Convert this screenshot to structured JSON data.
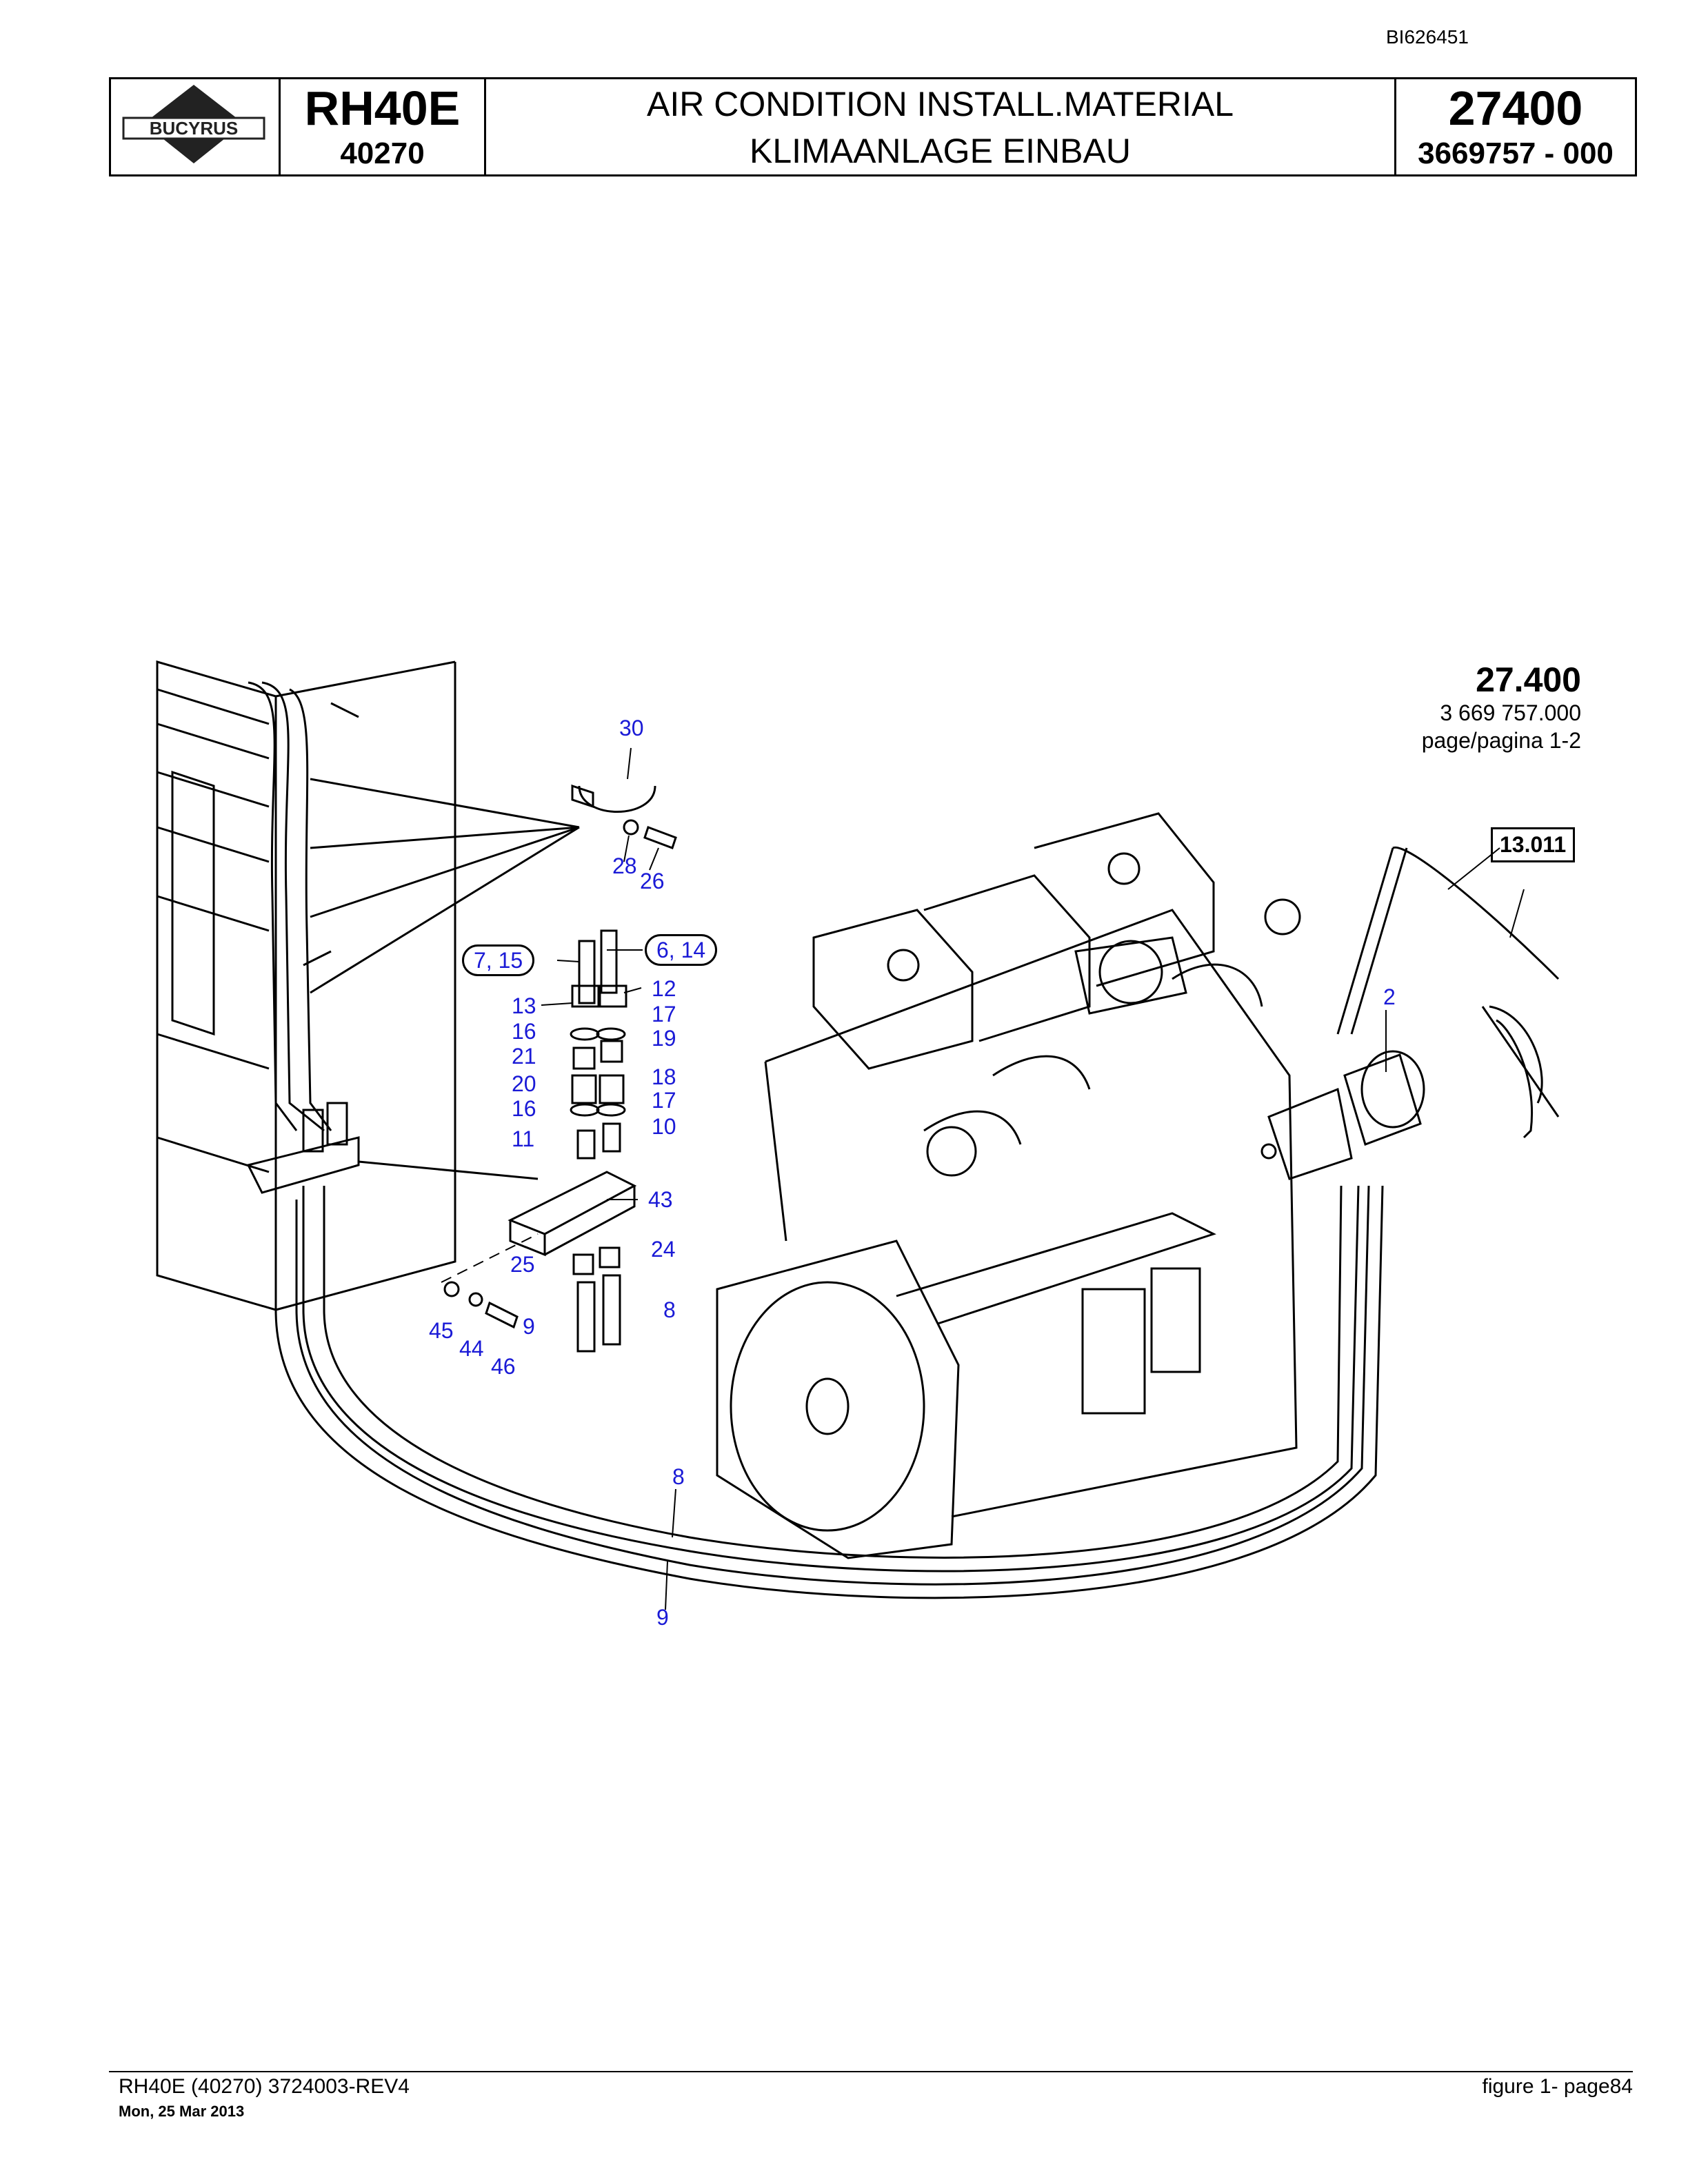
{
  "doc_id": "BI626451",
  "header": {
    "logo_text": "BUCYRUS",
    "model": "RH40E",
    "serial": "40270",
    "title_line1": "AIR CONDITION INSTALL.MATERIAL",
    "title_line2": "KLIMAANLAGE EINBAU",
    "group": "27400",
    "part_number": "3669757  - 000"
  },
  "figure": {
    "number": "27.400",
    "part_ref": "3 669 757.000",
    "page_ref": "page/pagina 1-2",
    "box_ref": "13.011"
  },
  "callouts": {
    "c30": "30",
    "c28": "28",
    "c26": "26",
    "g7_15": "7, 15",
    "g6_14": "6, 14",
    "c13": "13",
    "c12": "12",
    "c16a": "16",
    "c17a": "17",
    "c19": "19",
    "c21": "21",
    "c20": "20",
    "c18": "18",
    "c16b": "16",
    "c17b": "17",
    "c11": "11",
    "c10": "10",
    "c43": "43",
    "c25": "25",
    "c24": "24",
    "c9a": "9",
    "c8a": "8",
    "c45": "45",
    "c44": "44",
    "c46": "46",
    "c2": "2",
    "c8b": "8",
    "c9b": "9"
  },
  "footer": {
    "left": "RH40E (40270) 3724003-REV4",
    "date": "Mon, 25 Mar 2013",
    "right": "figure  1- page84"
  }
}
